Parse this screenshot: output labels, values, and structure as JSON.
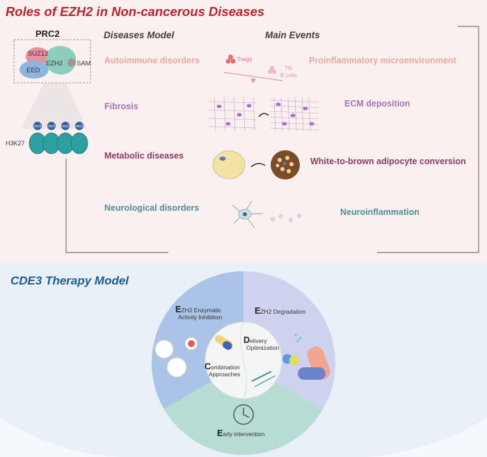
{
  "title": "Roles of EZH2 in Non-cancerous Diseases",
  "prc2": {
    "label": "PRC2",
    "subunits": [
      "SUZ12",
      "EZH2",
      "SAM",
      "EED"
    ],
    "h3k27": "H3K27",
    "me3": "me3"
  },
  "headers": {
    "diseases": "Diseases Model",
    "events": "Main Events"
  },
  "rows": [
    {
      "disease": "Autoimmune disorders",
      "event": "Proinflammatory microenvironment",
      "color": "#eaa7a2",
      "icon": "tregs-tfh-seesaw"
    },
    {
      "disease": "Fibrosis",
      "event": "ECM deposition",
      "color": "#a872b8",
      "icon": "ecm-mesh"
    },
    {
      "disease": "Metabolic diseases",
      "event": "White-to-brown adipocyte conversion",
      "color": "#8e3a64",
      "icon": "adipocyte"
    },
    {
      "disease": "Neurological disorders",
      "event": "Neuroinflammation",
      "color": "#4f8d99",
      "icon": "neuron"
    }
  ],
  "seesaw": {
    "left": "Tregs",
    "right_1": "Tfh",
    "right_2": "B cells"
  },
  "therapy": {
    "title": "CDE3 Therapy Model",
    "enzymatic": {
      "initial": "E",
      "rest": "ZH2 Enzymatic",
      "line2": "Activity Inhibition"
    },
    "degradation": {
      "initial": "E",
      "rest": "ZH2 Degradation"
    },
    "delivery": {
      "initial": "D",
      "rest": "elivery",
      "line2": "Optimization"
    },
    "combination": {
      "initial": "C",
      "rest": "ombination",
      "line2": "Approaches"
    },
    "early": {
      "initial": "E",
      "rest": "arly intervention"
    }
  },
  "colors": {
    "title": "#b3262d",
    "enzymatic_sector": "#aac3e6",
    "degradation_sector": "#cfd2ee",
    "early_sector": "#b6dcd3",
    "therapy_title": "#215a8c"
  }
}
